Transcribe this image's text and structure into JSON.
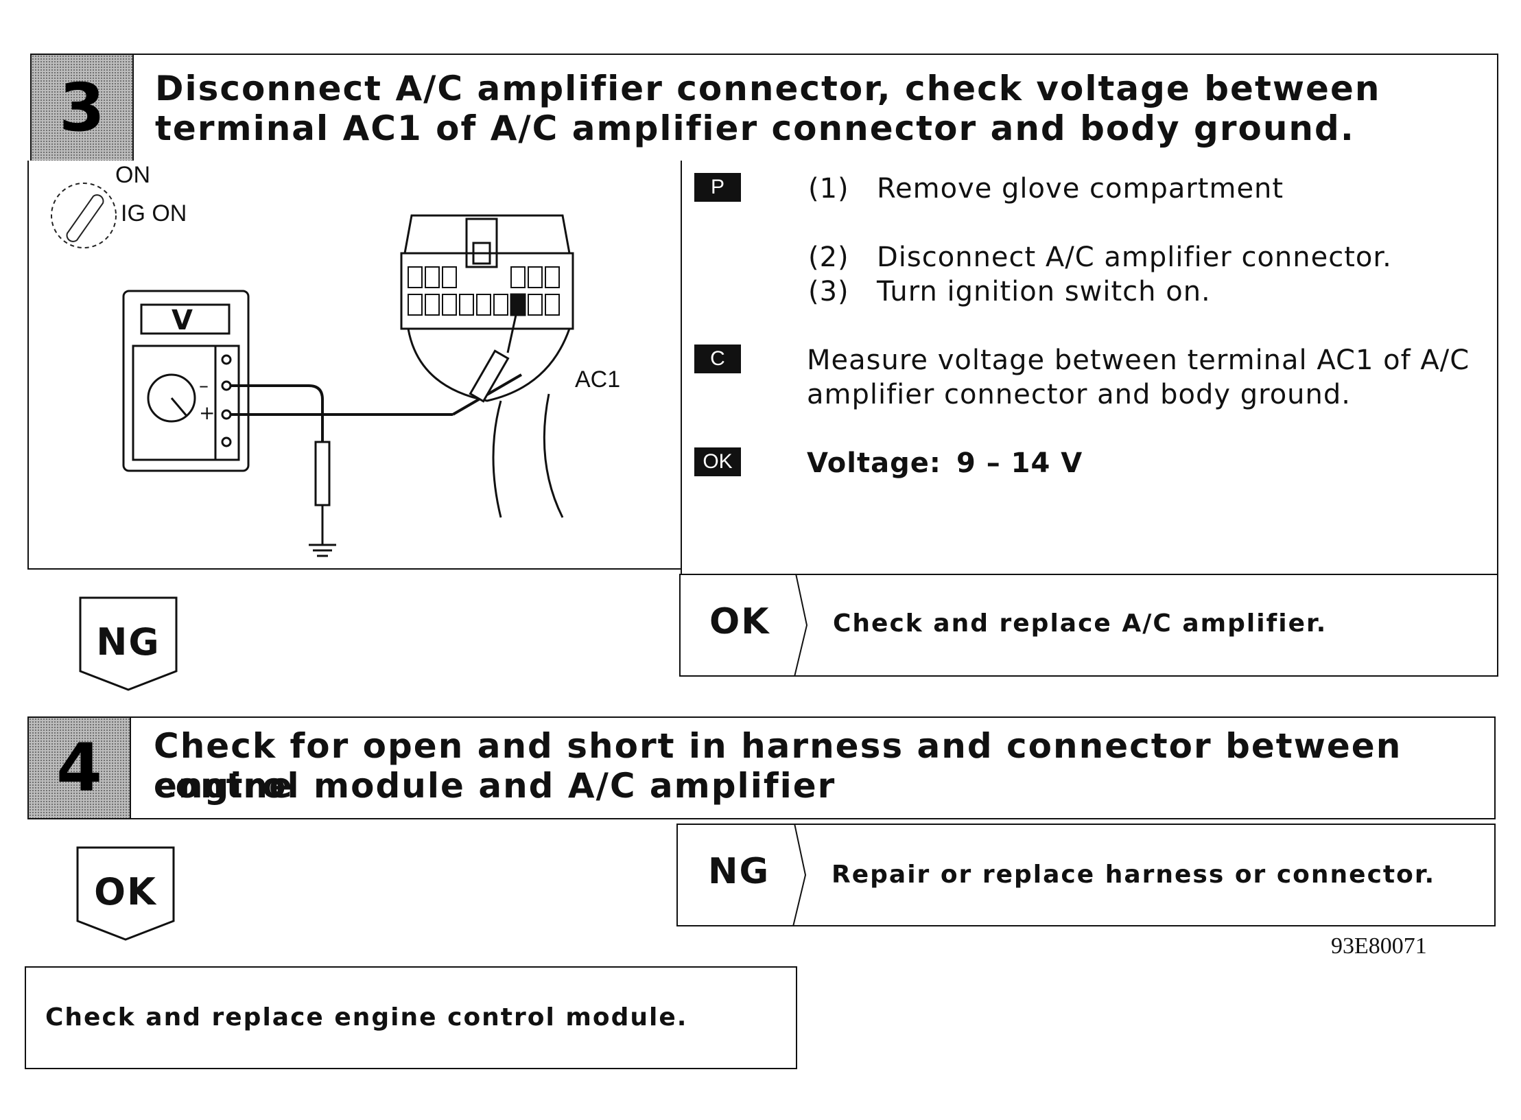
{
  "step3": {
    "number": "3",
    "title_line1": "Disconnect A/C amplifier connector, check voltage between",
    "title_line2": "terminal AC1 of A/C amplifier connector and body ground.",
    "diagram": {
      "switch_on": "ON",
      "switch_ig_on": "IG ON",
      "meter_label": "V",
      "minus": "–",
      "plus": "+",
      "terminal_label": "AC1"
    },
    "tags": {
      "p": "P",
      "c": "C",
      "ok": "OK"
    },
    "steps": [
      {
        "num": "(1)",
        "text": "Remove glove compartment"
      },
      {
        "num": "(2)",
        "text": "Disconnect A/C amplifier connector."
      },
      {
        "num": "(3)",
        "text": "Turn ignition switch on."
      }
    ],
    "check_line1": "Measure voltage between terminal AC1 of A/C",
    "check_line2": "amplifier connector and body ground.",
    "ok_label": "Voltage:",
    "ok_value": "9 – 14 V",
    "result_ok_label": "OK",
    "result_ok_text": "Check and replace A/C amplifier.",
    "ng_flow": "NG"
  },
  "step4": {
    "number": "4",
    "title_line1": "Check for open and short in harness and connector between engine",
    "title_line2": "control module and A/C amplifier",
    "result_ng_label": "NG",
    "result_ng_text": "Repair or replace harness or connector.",
    "ok_flow": "OK",
    "code": "93E80071"
  },
  "final": {
    "text": "Check and replace engine control module."
  }
}
